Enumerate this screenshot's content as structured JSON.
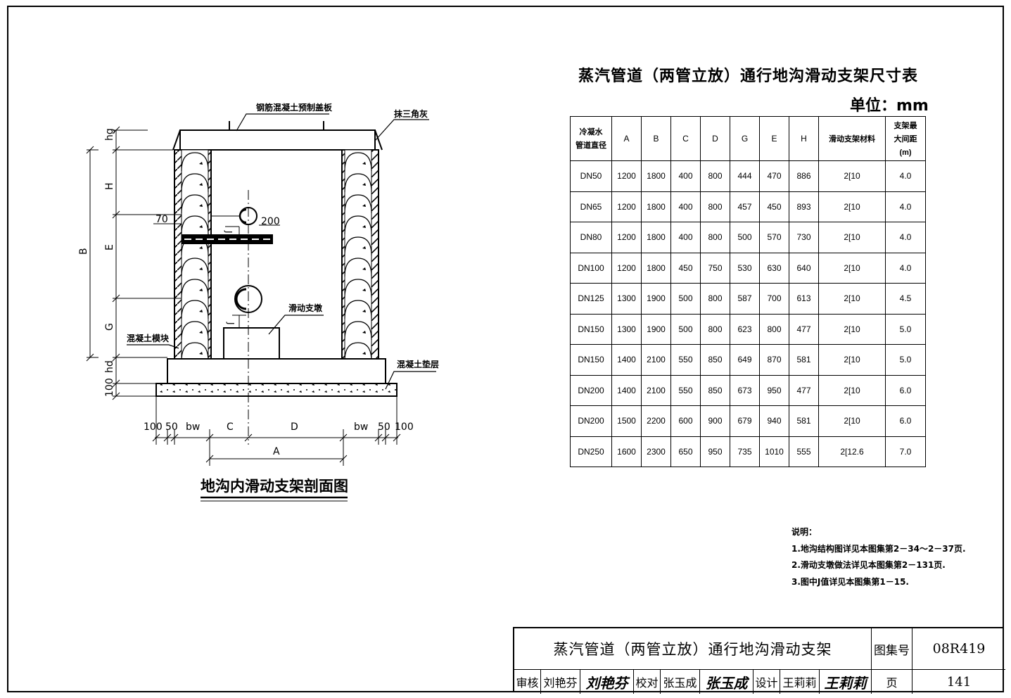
{
  "drawing": {
    "caption": "地沟内滑动支架剖面图",
    "labels": {
      "cover_plate": "钢筋混凝土预制盖板",
      "triangle_plaster": "抹三角灰",
      "sliding_pier": "滑动支墩",
      "concrete_block": "混凝土模块",
      "concrete_cushion": "混凝土垫层",
      "dim_70": "70",
      "dim_200": "200",
      "dim_J_top": "J",
      "dim_J_bottom": "J",
      "v_hg": "hg",
      "v_H": "H",
      "v_E": "E",
      "v_G": "G",
      "v_hd": "hd",
      "v_100": "100",
      "v_B": "B",
      "h_100_left": "100",
      "h_50_left": "50",
      "h_bw_left": "bw",
      "h_C": "C",
      "h_D": "D",
      "h_bw_right": "bw",
      "h_50_right": "50",
      "h_100_right": "100",
      "h_A": "A"
    }
  },
  "table": {
    "title": "蒸汽管道（两管立放）通行地沟滑动支架尺寸表",
    "unit": "单位：mm",
    "headers": [
      "冷凝水\n管道直径",
      "A",
      "B",
      "C",
      "D",
      "G",
      "E",
      "H",
      "滑动支架材料",
      "支架最\n大间距\n(m)"
    ],
    "rows": [
      [
        "DN50",
        "1200",
        "1800",
        "400",
        "800",
        "444",
        "470",
        "886",
        "2[10",
        "4.0"
      ],
      [
        "DN65",
        "1200",
        "1800",
        "400",
        "800",
        "457",
        "450",
        "893",
        "2[10",
        "4.0"
      ],
      [
        "DN80",
        "1200",
        "1800",
        "400",
        "800",
        "500",
        "570",
        "730",
        "2[10",
        "4.0"
      ],
      [
        "DN100",
        "1200",
        "1800",
        "450",
        "750",
        "530",
        "630",
        "640",
        "2[10",
        "4.0"
      ],
      [
        "DN125",
        "1300",
        "1900",
        "500",
        "800",
        "587",
        "700",
        "613",
        "2[10",
        "4.5"
      ],
      [
        "DN150",
        "1300",
        "1900",
        "500",
        "800",
        "623",
        "800",
        "477",
        "2[10",
        "5.0"
      ],
      [
        "DN150",
        "1400",
        "2100",
        "550",
        "850",
        "649",
        "870",
        "581",
        "2[10",
        "5.0"
      ],
      [
        "DN200",
        "1400",
        "2100",
        "550",
        "850",
        "673",
        "950",
        "477",
        "2[10",
        "6.0"
      ],
      [
        "DN200",
        "1500",
        "2200",
        "600",
        "900",
        "679",
        "940",
        "581",
        "2[10",
        "6.0"
      ],
      [
        "DN250",
        "1600",
        "2300",
        "650",
        "950",
        "735",
        "1010",
        "555",
        "2[12.6",
        "7.0"
      ]
    ]
  },
  "notes": {
    "heading": "说明：",
    "items": [
      "1.地沟结构图详见本图集第2－34～2－37页.",
      "2.滑动支墩做法详见本图集第2－131页.",
      "3.图中J值详见本图集第1－15."
    ]
  },
  "title_block": {
    "title": "蒸汽管道（两管立放）通行地沟滑动支架",
    "atlas_label": "图集号",
    "atlas_no": "08R419",
    "review_label": "审核",
    "review_name": "刘艳芬",
    "review_sign": "刘艳芬",
    "check_label": "校对",
    "check_name": "张玉成",
    "check_sign": "张玉成",
    "design_label": "设计",
    "design_name": "王莉莉",
    "design_sign": "王莉莉",
    "page_label": "页",
    "page_no": "141"
  }
}
